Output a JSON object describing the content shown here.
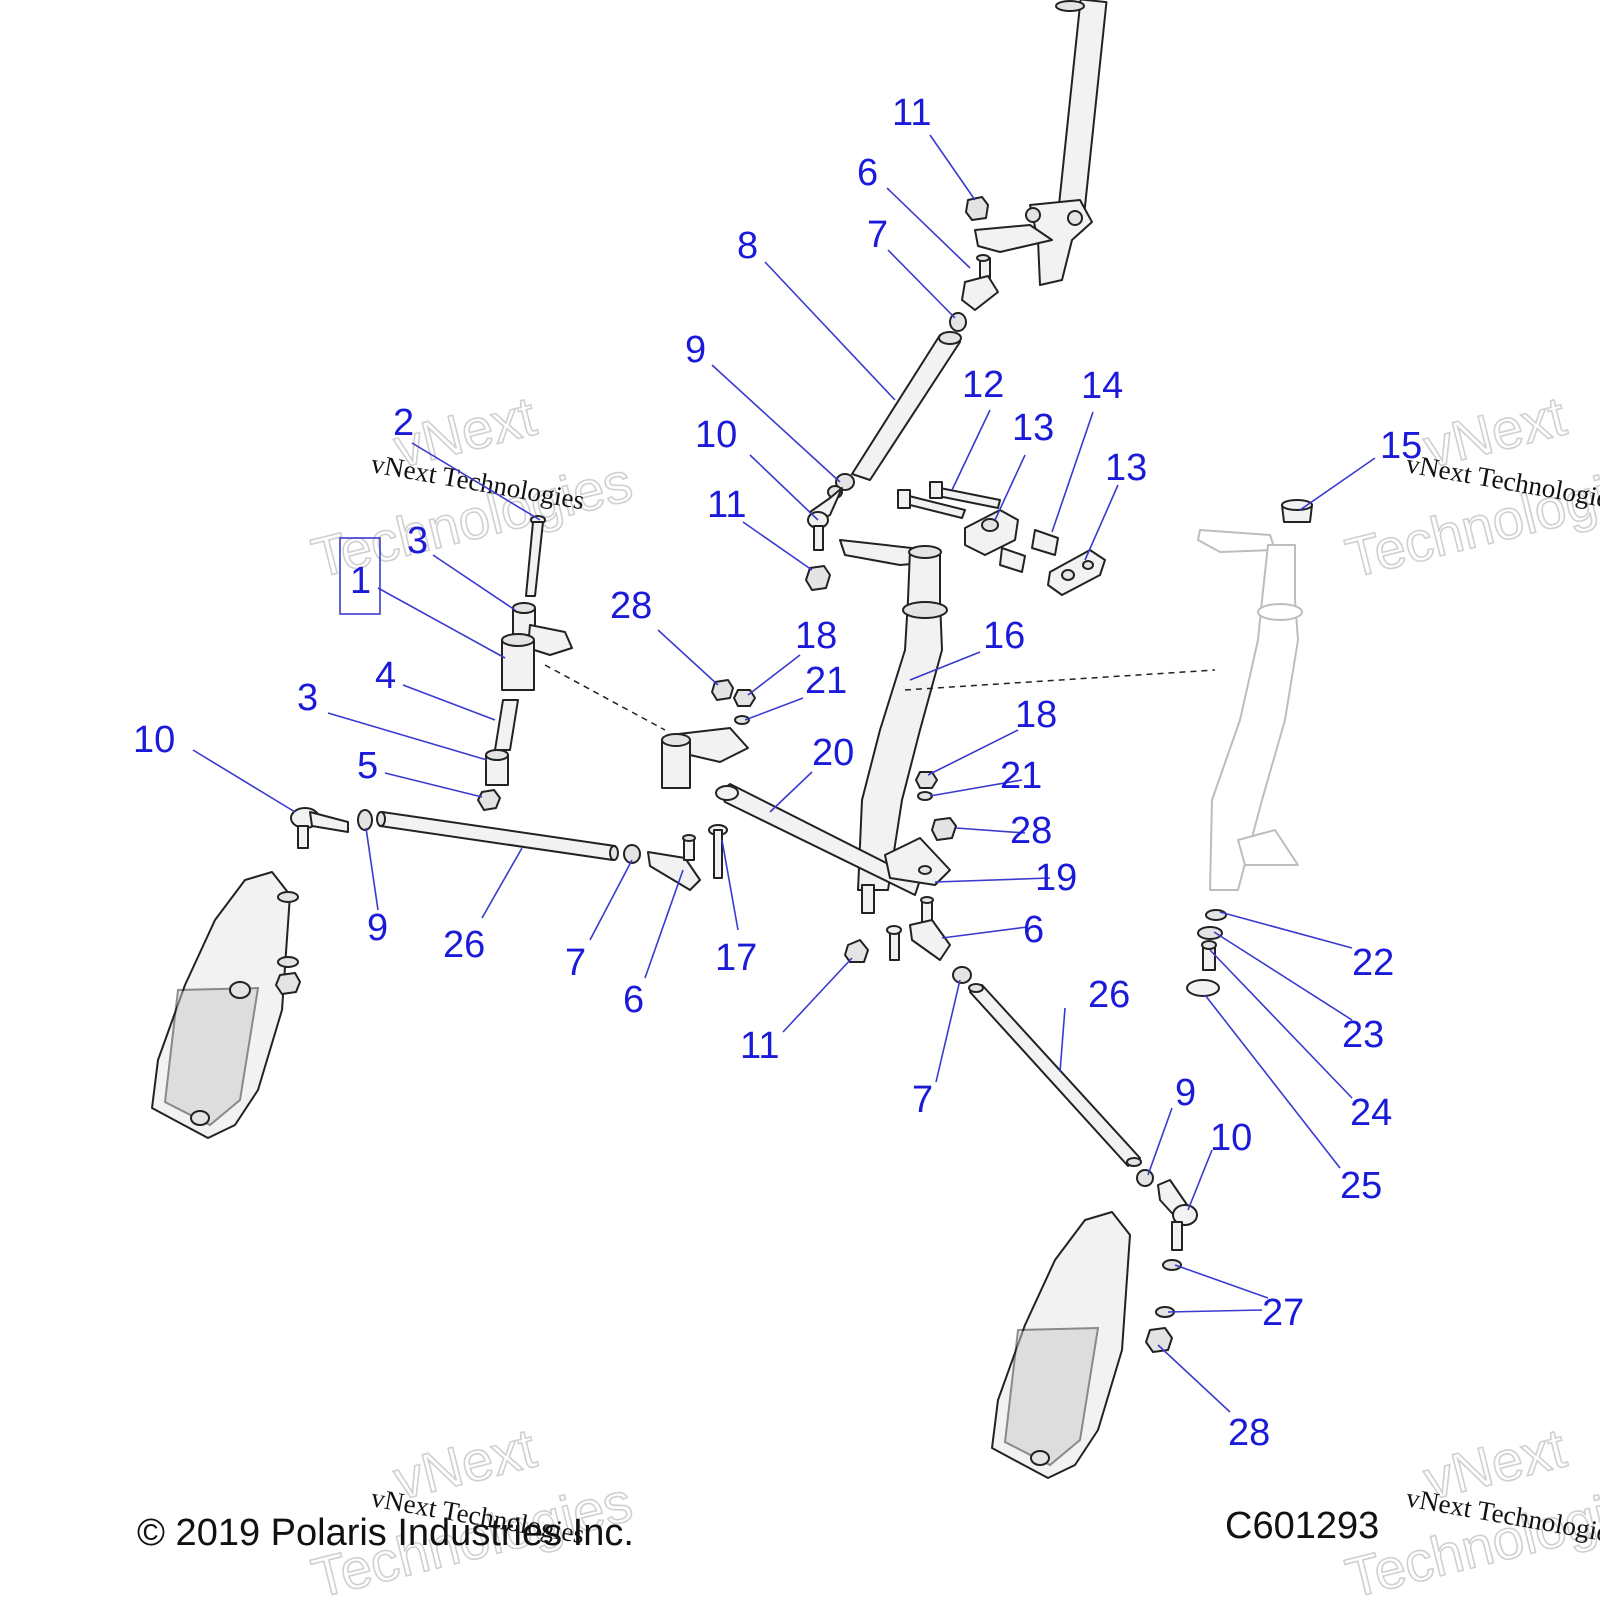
{
  "callouts": {
    "c11a": "11",
    "c6a": "6",
    "c7a": "7",
    "c8": "8",
    "c9a": "9",
    "c12": "12",
    "c13a": "13",
    "c14": "14",
    "c13b": "13",
    "c15": "15",
    "c2": "2",
    "c10a": "10",
    "c11b": "11",
    "c3a": "3",
    "c1": "1",
    "c28a": "28",
    "c18a": "18",
    "c16": "16",
    "c21a": "21",
    "c4": "4",
    "c3b": "3",
    "c20": "20",
    "c18b": "18",
    "c21b": "21",
    "c10b": "10",
    "c5": "5",
    "c28b": "28",
    "c19": "19",
    "c9b": "9",
    "c26a": "26",
    "c7b": "7",
    "c6b": "6",
    "c17": "17",
    "c6c": "6",
    "c22": "22",
    "c23": "23",
    "c26b": "26",
    "c11c": "11",
    "c24": "24",
    "c7c": "7",
    "c9c": "9",
    "c10c": "10",
    "c25": "25",
    "c27": "27",
    "c28c": "28"
  },
  "watermark": {
    "brand_line1": "vNext",
    "brand_line2": "Technologies",
    "caption": "vNext Technologies"
  },
  "footer": {
    "copyright": "© 2019 Polaris Industries Inc.",
    "diagram_code": "C601293"
  }
}
